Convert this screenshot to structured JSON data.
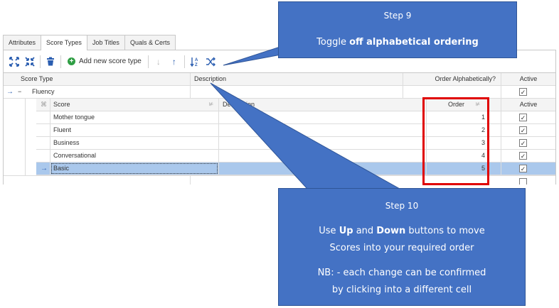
{
  "tabs": [
    "Attributes",
    "Score Types",
    "Job Titles",
    "Quals & Certs"
  ],
  "toolbar": {
    "expand_icon": "expand-all-icon",
    "collapse_icon": "collapse-all-icon",
    "delete_icon": "trash-icon",
    "add_label": "Add new score type",
    "down_icon": "arrow-down-icon",
    "up_icon": "arrow-up-icon",
    "sort_icon": "sort-az-icon",
    "shuffle_icon": "shuffle-icon"
  },
  "grid": {
    "parent_headers": {
      "score_type": "Score Type",
      "description": "Description",
      "order_alpha": "Order Alphabetically?",
      "active": "Active"
    },
    "parent_row": {
      "name": "Fluency",
      "expand_glyph": "−",
      "indicator": "→"
    },
    "child_headers": {
      "score": "Score",
      "description": "Description",
      "order": "Order",
      "active": "Active"
    },
    "child_rows": [
      {
        "score": "Mother tongue",
        "order": "1",
        "active": "✓"
      },
      {
        "score": "Fluent",
        "order": "2",
        "active": "✓"
      },
      {
        "score": "Business",
        "order": "3",
        "active": "✓"
      },
      {
        "score": "Conversational",
        "order": "4",
        "active": "✓"
      },
      {
        "score": "Basic",
        "order": "5",
        "active": "✓"
      }
    ],
    "parent_active": "✓",
    "row_indicator": "→"
  },
  "callouts": {
    "step9": {
      "title": "Step 9",
      "line_pre": "Toggle ",
      "line_bold": "off alphabetical ordering"
    },
    "step10": {
      "title": "Step 10",
      "l1_a": "Use ",
      "l1_b": "Up",
      "l1_c": " and ",
      "l1_d": "Down",
      "l1_e": " buttons to move",
      "l2": "Scores into your required order",
      "l3": "NB: - each change can be confirmed",
      "l4": "by clicking into a different cell"
    }
  },
  "colors": {
    "callout": "#4472c4",
    "highlight": "#e00000",
    "selected_row": "#aac8ec"
  }
}
